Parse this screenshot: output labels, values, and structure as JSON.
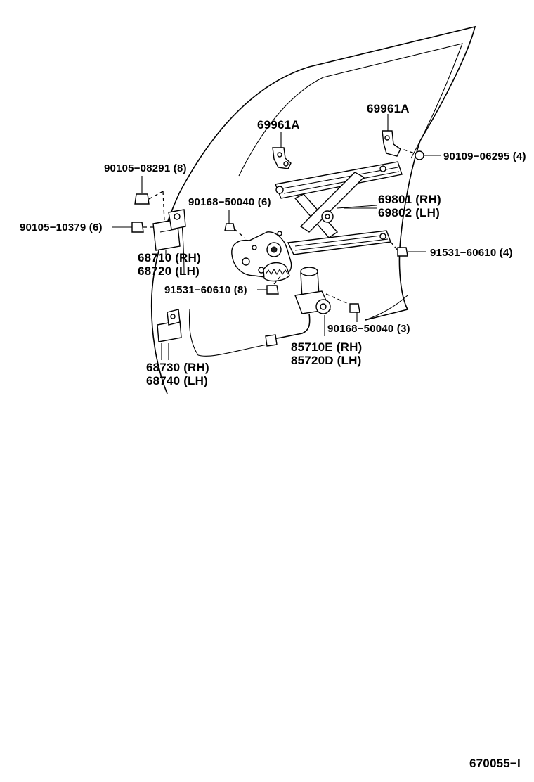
{
  "diagram": {
    "labels": {
      "bracket_upper_left": "69961A",
      "bracket_upper_right": "69961A",
      "bolt_90105_08291": "90105−08291 (8)",
      "bolt_90109_06295": "90109−06295 (4)",
      "bolt_90168_50040_6": "90168−50040 (6)",
      "bolt_90105_10379": "90105−10379 (6)",
      "regulator_rh": "69801 (RH)",
      "regulator_lh": "69802 (LH)",
      "bolt_91531_60610_4": "91531−60610 (4)",
      "hinge_upper_rh": "68710 (RH)",
      "hinge_upper_lh": "68720 (LH)",
      "bolt_91531_60610_8": "91531−60610 (8)",
      "bolt_90168_50040_3": "90168−50040 (3)",
      "motor_rh": "85710E (RH)",
      "motor_lh": "85720D (LH)",
      "hinge_lower_rh": "68730 (RH)",
      "hinge_lower_lh": "68740 (LH)"
    },
    "figure_number": "670055−I"
  }
}
